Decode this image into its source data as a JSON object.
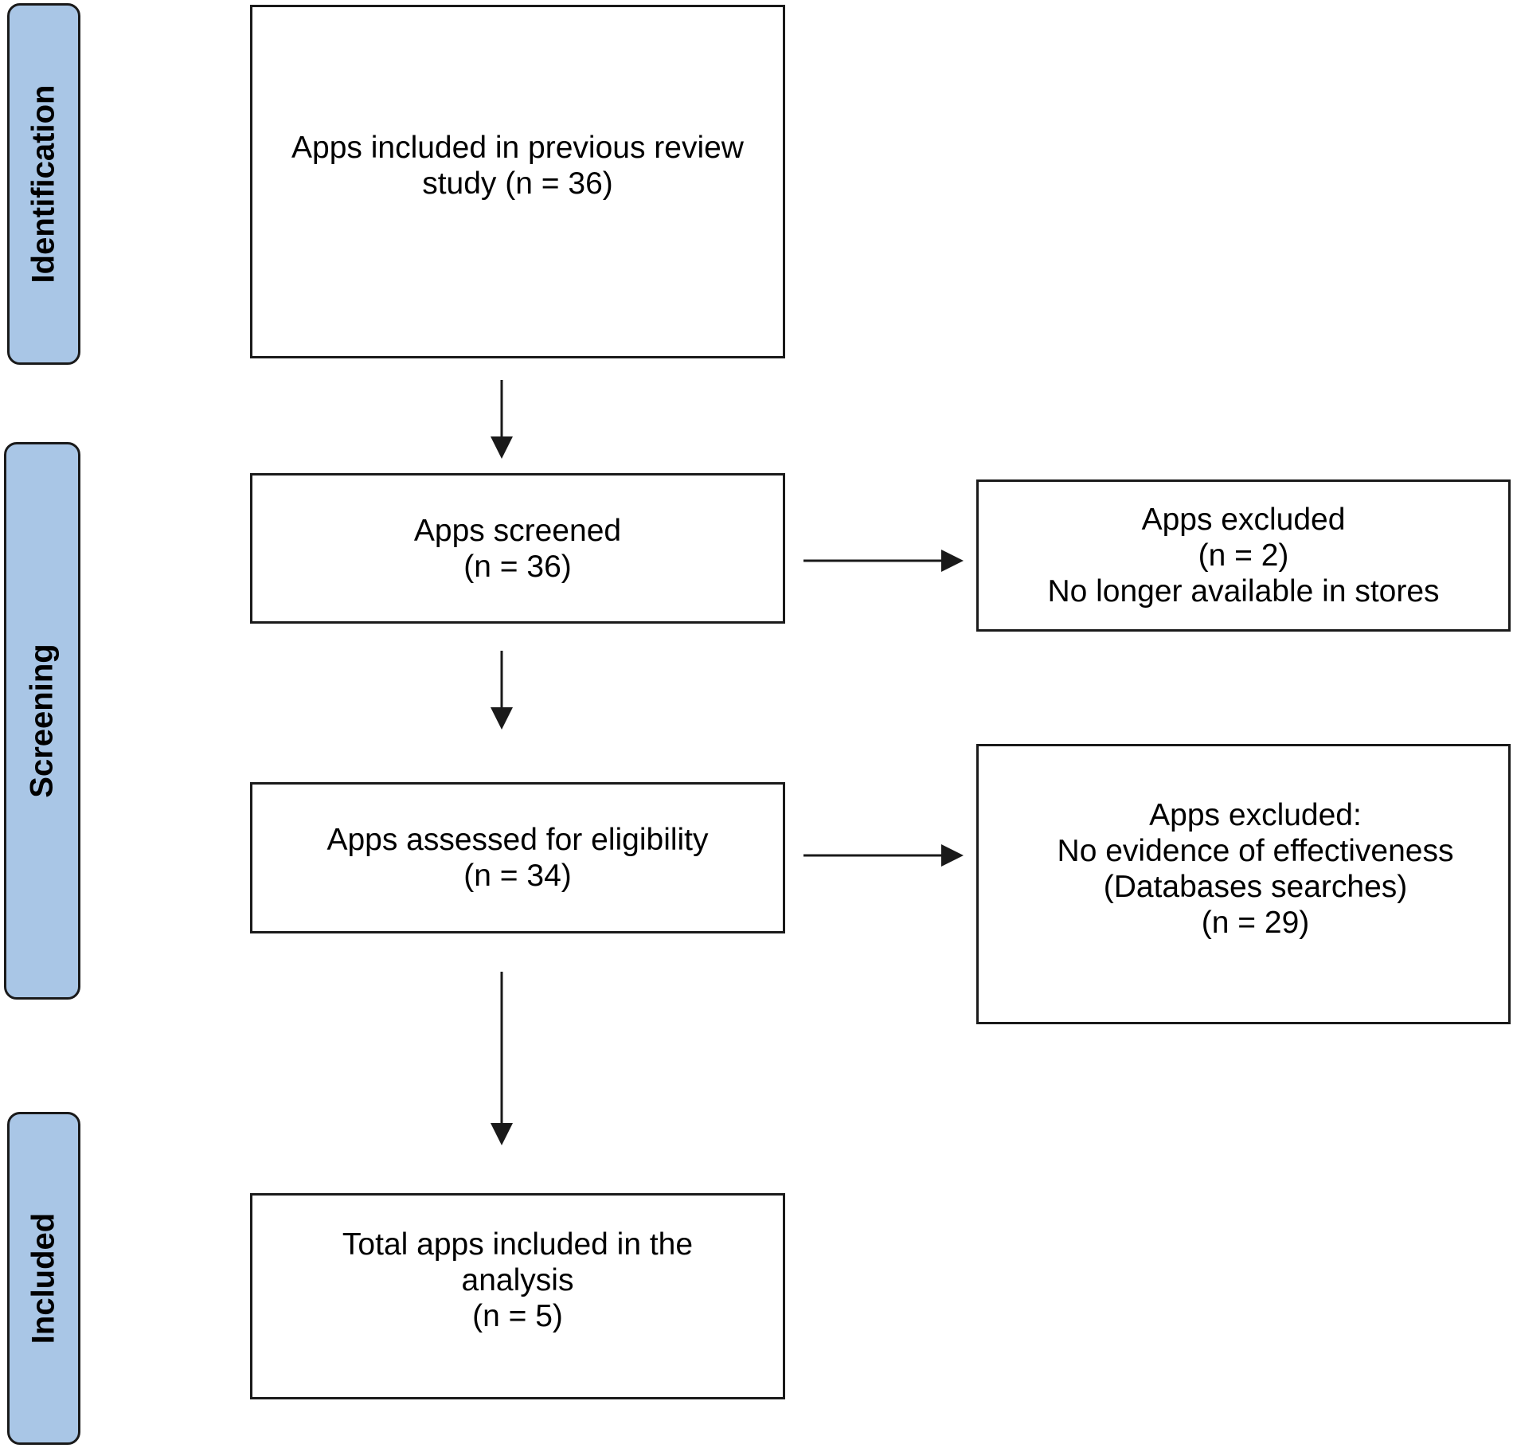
{
  "colors": {
    "stage_fill": "#a9c6e6",
    "stroke": "#1a1a1a"
  },
  "stages": {
    "identification": "Identification",
    "screening": "Screening",
    "included": "Included"
  },
  "boxes": {
    "previous_review": {
      "lines": [
        "Apps included in previous review",
        "study (n = 36)"
      ]
    },
    "screened": {
      "lines": [
        "Apps screened",
        "(n = 36)"
      ]
    },
    "excluded_unavailable": {
      "lines": [
        "Apps excluded",
        "(n = 2)",
        "No longer available in stores"
      ]
    },
    "assessed": {
      "lines": [
        "Apps assessed for eligibility",
        "(n = 34)"
      ]
    },
    "excluded_no_evidence": {
      "lines": [
        "Apps excluded:",
        "No evidence of effectiveness",
        "(Databases searches)",
        "(n = 29)"
      ]
    },
    "total_included": {
      "lines": [
        "Total apps included in the",
        "analysis",
        "(n = 5)"
      ]
    }
  }
}
